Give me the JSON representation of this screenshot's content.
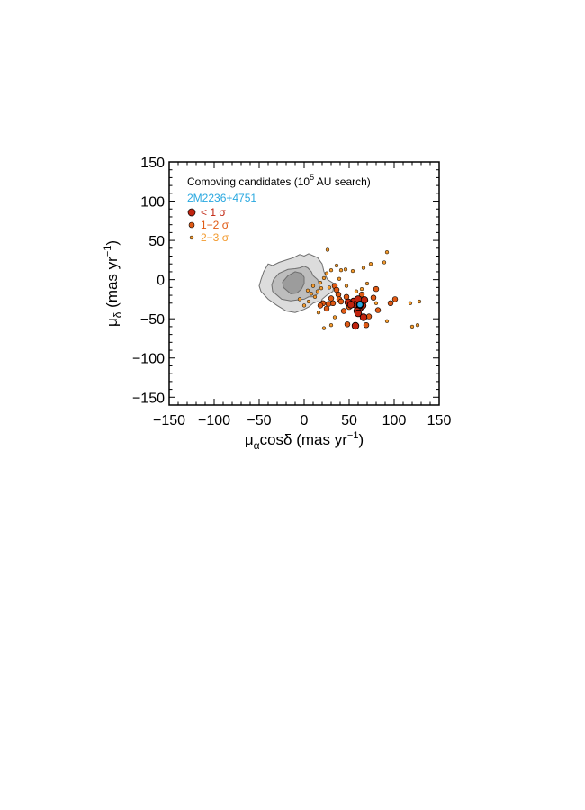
{
  "chart_data": {
    "type": "scatter",
    "title": "Comoving candidates (10^5 AU search)",
    "title_parts": {
      "main": "Comoving candidates (10",
      "sup": "5",
      "rest": " AU search)"
    },
    "xlabel": "μαcosδ (mas yr−1)",
    "xlabel_parts": {
      "mu": "μ",
      "sub": "α",
      "main": "cosδ (mas yr",
      "sup": "−1",
      "close": ")"
    },
    "ylabel": "μδ (mas yr−1)",
    "ylabel_parts": {
      "mu": "μ",
      "sub": "δ",
      "main": " (mas yr",
      "sup": "−1",
      "close": ")"
    },
    "xlim": [
      -150,
      150
    ],
    "ylim": [
      -160,
      150
    ],
    "xticks": [
      -150,
      -100,
      -50,
      0,
      50,
      100,
      150
    ],
    "yticks": [
      -150,
      -100,
      -50,
      0,
      50,
      100,
      150
    ],
    "xtick_labels": [
      "−150",
      "−100",
      "−50",
      "0",
      "50",
      "100",
      "150"
    ],
    "ytick_labels": [
      "−150",
      "−100",
      "−50",
      "0",
      "50",
      "100",
      "150"
    ],
    "grid": false,
    "legend_position": "top-left",
    "contours": [
      {
        "level": "outer",
        "color": "#dcdcdc",
        "x": [
          -48,
          -40,
          -30,
          -20,
          -10,
          0,
          5,
          10,
          15,
          18,
          20,
          25,
          32,
          33,
          26,
          22,
          20,
          15,
          5,
          0,
          -5,
          -12,
          -20,
          -28,
          -35,
          -40,
          -45,
          -48,
          -50
        ],
        "y": [
          -15,
          -25,
          -33,
          -40,
          -42,
          -38,
          -35,
          -30,
          -28,
          -30,
          -25,
          -20,
          -15,
          -5,
          0,
          10,
          20,
          28,
          33,
          30,
          32,
          28,
          25,
          22,
          18,
          20,
          10,
          0,
          -8
        ]
      },
      {
        "level": "middle",
        "color": "#bdbdbd",
        "x": [
          -35,
          -25,
          -15,
          -8,
          0,
          5,
          10,
          15,
          17,
          15,
          10,
          8,
          4,
          0,
          -5,
          -10,
          -18,
          -28,
          -34,
          -36
        ],
        "y": [
          -15,
          -25,
          -27,
          -26,
          -25,
          -22,
          -22,
          -18,
          -8,
          0,
          5,
          10,
          15,
          17,
          15,
          14,
          13,
          8,
          0,
          -7
        ]
      },
      {
        "level": "inner",
        "color": "#9c9c9c",
        "x": [
          -23,
          -15,
          -8,
          -3,
          0,
          0,
          -3,
          -10,
          -18,
          -24
        ],
        "y": [
          -10,
          -18,
          -17,
          -12,
          -5,
          3,
          8,
          10,
          5,
          -3
        ]
      }
    ],
    "series": [
      {
        "name": "< 1 σ",
        "color": "#c1240f",
        "marker": "large",
        "points": [
          [
            55,
            -28
          ],
          [
            57,
            -32
          ],
          [
            60,
            -25
          ],
          [
            62,
            -36
          ],
          [
            65,
            -33
          ],
          [
            67,
            -26
          ],
          [
            59,
            -40
          ],
          [
            60,
            -43
          ],
          [
            66,
            -48
          ],
          [
            57,
            -59
          ],
          [
            49,
            -29
          ],
          [
            52,
            -32
          ]
        ]
      },
      {
        "name": "1−2 σ",
        "color": "#e05a14",
        "marker": "medium",
        "points": [
          [
            34,
            -8
          ],
          [
            36,
            -13
          ],
          [
            38,
            -19
          ],
          [
            30,
            -24
          ],
          [
            32,
            -30
          ],
          [
            27,
            -31
          ],
          [
            21,
            -30
          ],
          [
            18,
            -33
          ],
          [
            25,
            -37
          ],
          [
            39,
            -25
          ],
          [
            47,
            -22
          ],
          [
            50,
            -35
          ],
          [
            44,
            -40
          ],
          [
            48,
            -57
          ],
          [
            57,
            -60
          ],
          [
            69,
            -58
          ],
          [
            72,
            -47
          ],
          [
            77,
            -23
          ],
          [
            80,
            -12
          ],
          [
            82,
            -39
          ],
          [
            96,
            -30
          ],
          [
            101,
            -25
          ],
          [
            64,
            -19
          ],
          [
            41,
            -28
          ]
        ]
      },
      {
        "name": "2−3 σ",
        "color": "#f39a2e",
        "marker": "small",
        "points": [
          [
            22,
            2
          ],
          [
            25,
            8
          ],
          [
            30,
            12
          ],
          [
            36,
            18
          ],
          [
            41,
            12
          ],
          [
            46,
            13
          ],
          [
            54,
            11
          ],
          [
            66,
            15
          ],
          [
            74,
            20
          ],
          [
            89,
            22
          ],
          [
            92,
            35
          ],
          [
            70,
            -5
          ],
          [
            64,
            -12
          ],
          [
            58,
            -15
          ],
          [
            47,
            -8
          ],
          [
            39,
            1
          ],
          [
            28,
            -10
          ],
          [
            18,
            -4
          ],
          [
            10,
            -8
          ],
          [
            15,
            -15
          ],
          [
            12,
            -22
          ],
          [
            5,
            -28
          ],
          [
            0,
            -33
          ],
          [
            -5,
            -25
          ],
          [
            4,
            -14
          ],
          [
            16,
            -42
          ],
          [
            30,
            -58
          ],
          [
            22,
            -62
          ],
          [
            34,
            -48
          ],
          [
            80,
            -30
          ],
          [
            92,
            -53
          ],
          [
            118,
            -30
          ],
          [
            128,
            -28
          ],
          [
            120,
            -60
          ],
          [
            126,
            -58
          ],
          [
            8,
            -18
          ],
          [
            19,
            -11
          ],
          [
            26,
            38
          ]
        ]
      },
      {
        "name": "2M2236+4751",
        "color": "#29a8e0",
        "marker": "target",
        "points": [
          [
            62,
            -32
          ]
        ]
      }
    ]
  }
}
